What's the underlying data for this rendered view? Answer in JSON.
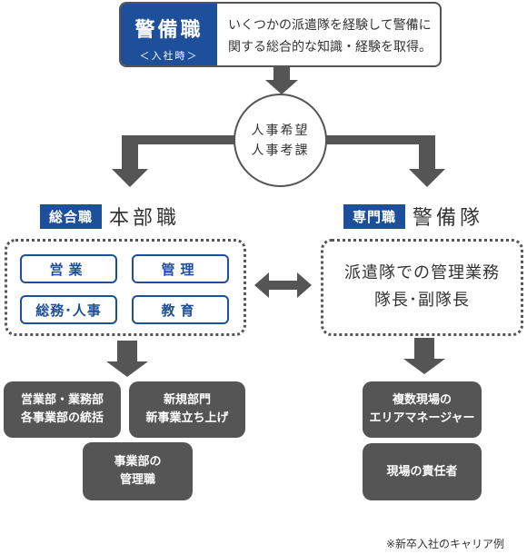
{
  "top": {
    "label": "警備職",
    "sublabel": "＜入社時＞",
    "line1": "いくつかの派遣隊を経験して警備に",
    "line2": "関する総合的な知識・経験を取得。"
  },
  "circle": {
    "line1": "人事希望",
    "line2": "人事考課"
  },
  "left": {
    "tag": "総合職",
    "title": "本部職",
    "buttons": [
      "営業",
      "管理",
      "総務･人事",
      "教育"
    ]
  },
  "right": {
    "tag": "専門職",
    "title": "警備隊",
    "line1": "派遣隊での管理業務",
    "line2": "隊長･副隊長"
  },
  "left_outcomes": [
    {
      "line1": "営業部・業務部",
      "line2": "各事業部の統括"
    },
    {
      "line1": "新規部門",
      "line2": "新事業立ち上げ"
    },
    {
      "line1": "事業部の",
      "line2": "管理職"
    }
  ],
  "right_outcomes": [
    {
      "line1": "複数現場の",
      "line2": "エリアマネージャー"
    },
    {
      "line1": "現場の責任者"
    }
  ],
  "note": "※新卒入社のキャリア例",
  "colors": {
    "accent": "#1d4f9a",
    "dark": "#555555",
    "arrow": "#555555"
  }
}
